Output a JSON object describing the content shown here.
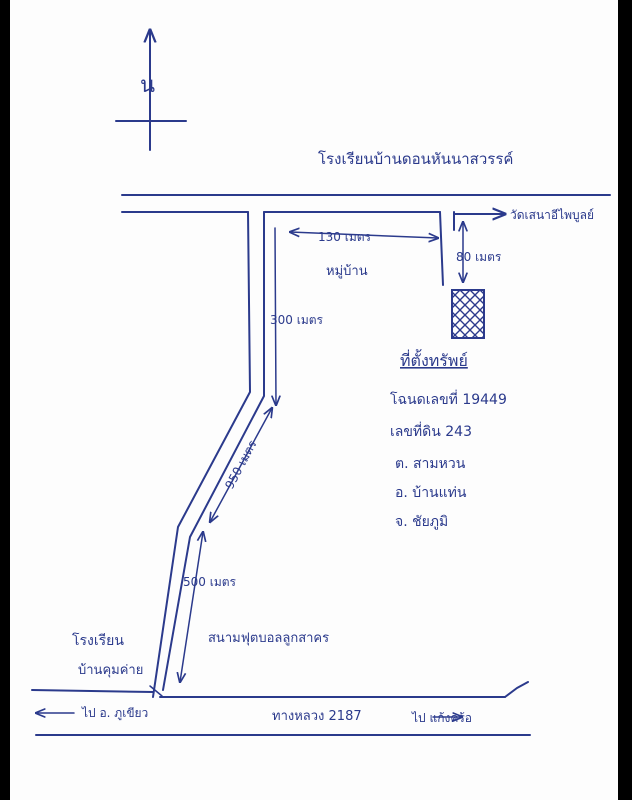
{
  "north_label": "น",
  "landmarks": {
    "school_top": "โรงเรียนบ้านดอนหันนาสวรรค์",
    "temple": "วัดเสนาอีไพบูลย์",
    "village": "หมู่บ้าน",
    "school_bottom_1": "โรงเรียน",
    "school_bottom_2": "บ้านคุมค่าย",
    "stadium": "สนามฟุตบอลลูกสาคร"
  },
  "distances": {
    "d_130": "130 เมตร",
    "d_80": "80 เมตร",
    "d_300": "300 เมตร",
    "d_950": "950 เมตร",
    "d_500": "500 เมตร"
  },
  "property": {
    "heading": "ที่ตั้งทรัพย์",
    "deed": "โฉนดเลขที่ 19449",
    "land_no": "เลขที่ดิน 243",
    "subdistrict": "ต. สามหวน",
    "district": "อ. บ้านแท่น",
    "province": "จ. ชัยภูมิ"
  },
  "road": {
    "to_left": "ไป อ. ภูเขียว",
    "name": "ทางหลวง 2187",
    "to_right": "ไป แก้งคร้อ"
  },
  "colors": {
    "ink": "#2b3a8c",
    "paper": "#fdfdfd",
    "frame": "#000000"
  }
}
